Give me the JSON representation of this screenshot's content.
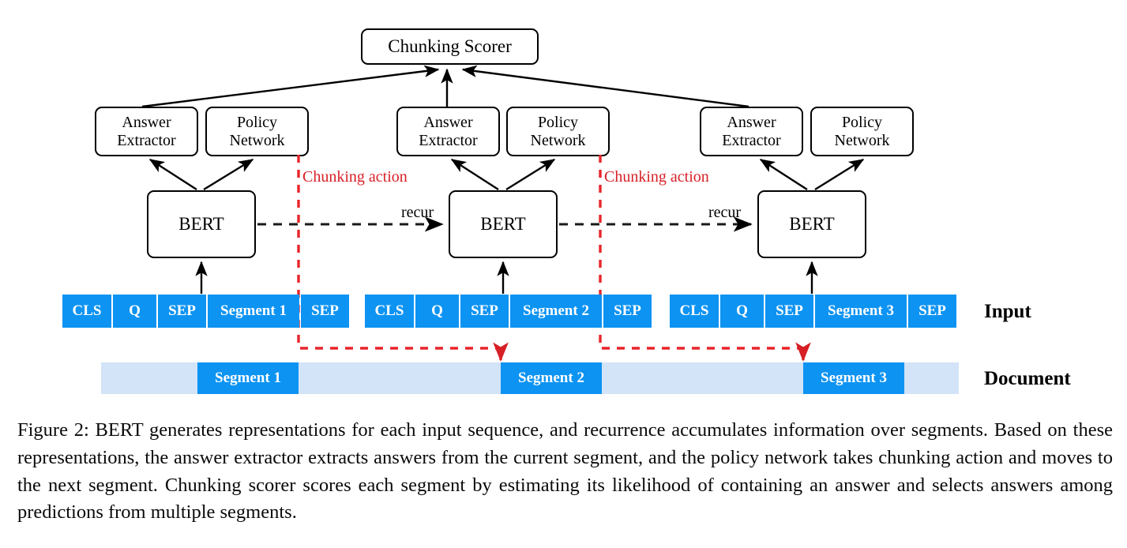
{
  "figure": {
    "caption": "Figure 2: BERT generates representations for each input sequence, and recurrence accumulates information over segments. Based on these representations, the answer extractor extracts answers from the current segment, and the policy network takes chunking action and moves to the next segment. Chunking scorer scores each segment by estimating its likelihood of containing an answer and selects answers among predictions from multiple segments.",
    "colors": {
      "segment_blue": "#0d93f2",
      "document_light_blue": "#d3e3f8",
      "chunking_red": "#d71f26",
      "node_border": "#000000",
      "background": "#ffffff"
    }
  },
  "nodes": {
    "scorer": {
      "label": "Chunking Scorer"
    },
    "answer_extractor": {
      "line1": "Answer",
      "line2": "Extractor"
    },
    "policy_network": {
      "line1": "Policy",
      "line2": "Network"
    },
    "bert": {
      "label": "BERT"
    }
  },
  "columns": [
    {
      "id": "column-1",
      "answer_extractor": {
        "line1": "Answer",
        "line2": "Extractor"
      },
      "policy_network": {
        "line1": "Policy",
        "line2": "Network"
      },
      "bert": {
        "label": "BERT"
      },
      "input_tokens": [
        {
          "label": "CLS"
        },
        {
          "label": "Q"
        },
        {
          "label": "SEP"
        },
        {
          "label": "Segment 1"
        },
        {
          "label": "SEP"
        }
      ]
    },
    {
      "id": "column-2",
      "answer_extractor": {
        "line1": "Answer",
        "line2": "Extractor"
      },
      "policy_network": {
        "line1": "Policy",
        "line2": "Network"
      },
      "bert": {
        "label": "BERT"
      },
      "input_tokens": [
        {
          "label": "CLS"
        },
        {
          "label": "Q"
        },
        {
          "label": "SEP"
        },
        {
          "label": "Segment 2"
        },
        {
          "label": "SEP"
        }
      ]
    },
    {
      "id": "column-3",
      "answer_extractor": {
        "line1": "Answer",
        "line2": "Extractor"
      },
      "policy_network": {
        "line1": "Policy",
        "line2": "Network"
      },
      "bert": {
        "label": "BERT"
      },
      "input_tokens": [
        {
          "label": "CLS"
        },
        {
          "label": "Q"
        },
        {
          "label": "SEP"
        },
        {
          "label": "Segment 3"
        },
        {
          "label": "SEP"
        }
      ]
    }
  ],
  "edge_labels": {
    "chunking_action_1": "Chunking action",
    "chunking_action_2": "Chunking action",
    "recur_1": "recur",
    "recur_2": "recur"
  },
  "row_labels": {
    "input": "Input",
    "document": "Document"
  },
  "document_bar": {
    "segments": [
      {
        "label": "Segment 1"
      },
      {
        "label": "Segment 2"
      },
      {
        "label": "Segment 3"
      }
    ]
  }
}
